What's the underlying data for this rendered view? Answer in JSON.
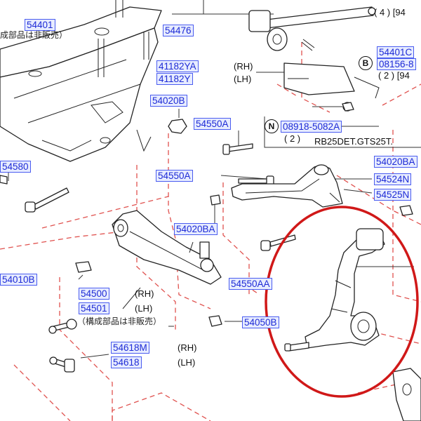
{
  "diagram": {
    "part_numbers": {
      "p54401": "54401",
      "p54476": "54476",
      "p54401c": "54401C",
      "p08156": "08156-8",
      "p41182ya": "41182YA",
      "p41182y": "41182Y",
      "p54020b_top": "54020B",
      "p54550a_1": "54550A",
      "p08918": "08918-5082A",
      "p54580": "54580",
      "p54550a_2": "54550A",
      "p54020ba_right": "54020BA",
      "p54524n": "54524N",
      "p54525n": "54525N",
      "p54020ba_mid": "54020BA",
      "p54010b": "54010B",
      "p54550aa": "54550AA",
      "p54500": "54500",
      "p54501": "54501",
      "p54050b": "54050B",
      "p54618m": "54618M",
      "p54618": "54618"
    },
    "labels": {
      "qty4": "( 4 ) [94",
      "rh_1": "(RH)",
      "lh_1": "(LH)",
      "qty2_b": "( 2 ) [94",
      "qty2_n": "( 2 )",
      "engine": "RB25DET.GTS25T.",
      "rh_2": "(RH)",
      "lh_2": "(LH)",
      "rh_3": "(RH)",
      "lh_3": "(LH)",
      "jp_top": "成部品は非販売）",
      "jp_mid": "（構成部品は非販売）",
      "circle_b": "B",
      "circle_n": "N"
    },
    "colors": {
      "part_text": "#1e2bd6",
      "part_box": "#4a5cf0",
      "leader_dash": "#e0524f",
      "highlight": "#d01818",
      "line": "#222222"
    }
  }
}
